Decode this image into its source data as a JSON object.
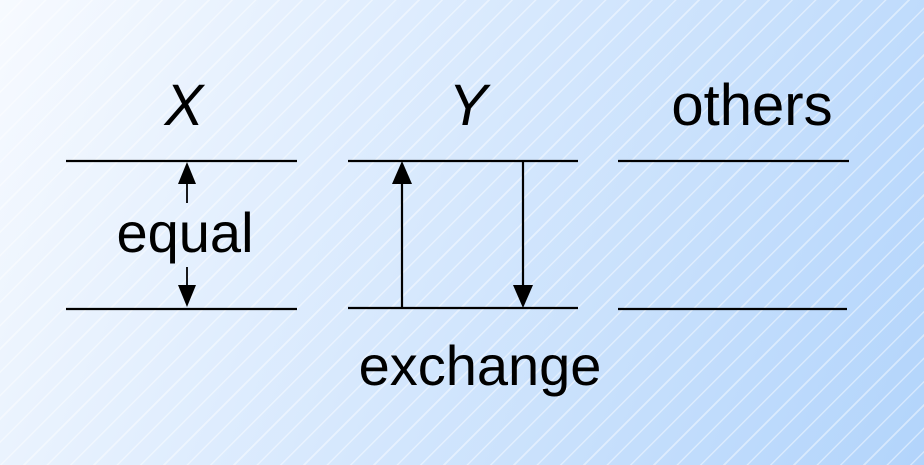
{
  "slide": {
    "columns": [
      {
        "label": "X",
        "style": "italic"
      },
      {
        "label": "Y",
        "style": "italic"
      },
      {
        "label": "others",
        "style": "normal"
      }
    ],
    "equal_label": "equal",
    "exchange_label": "exchange"
  },
  "colors": {
    "background_gradient_start": "#f7faff",
    "background_gradient_end": "#b2d4fb",
    "stripe": "rgba(255,255,255,0.45)",
    "line": "#000000",
    "text": "#000000"
  }
}
